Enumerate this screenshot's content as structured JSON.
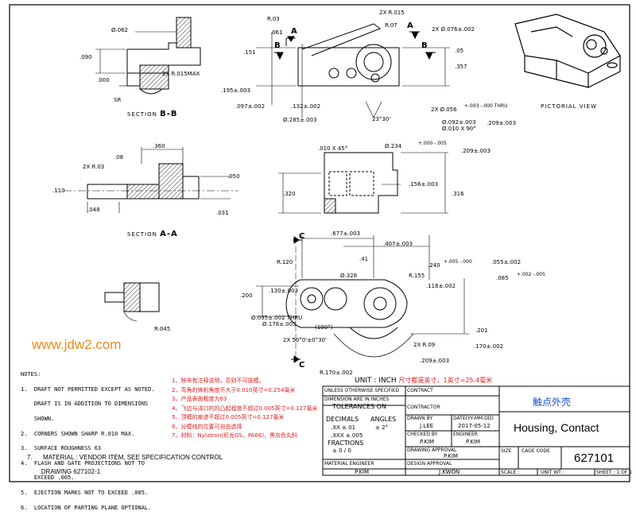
{
  "drawing": {
    "section_bb": "SECTION",
    "section_bb_letter": "B-B",
    "section_aa": "SECTION",
    "section_aa_letter": "A-A",
    "pictorial": "PICTORIAL VIEW",
    "watermark": "www.jdw2.com",
    "dims": {
      "d062": "Ø.062",
      "r03": "R.03",
      "d061": ".061",
      "d090": ".090",
      "d151": ".151",
      "d000": ".000",
      "r015max": "2X R.015MAX",
      "sr": "SR",
      "d195": ".195±.003",
      "d097": ".097±.002",
      "d132": ".132±.002",
      "d285": "Ø.285±.003",
      "r015": "2X R.015",
      "r07": "R.07",
      "d076": "2X Ø.076±.002",
      "d05": ".05",
      "d357": ".357",
      "deg23": "23°30'",
      "d056": "2X Ø.056",
      "d056tol": "+.003 -.000 THRU",
      "d092": "Ø.092±.003",
      "d010": "Ø.010 X 90°",
      "d209a": ".209±.003",
      "d360": ".360",
      "r03b": "2X R.03",
      "d08": ".08",
      "d110": ".110",
      "d048": ".048",
      "d050": ".050",
      "d031": ".031",
      "d010x45": ".010 X 45°",
      "d234": "Ø.234",
      "d234tol": "+.000 -.005",
      "d209b": ".209±.003",
      "d156": ".156±.003",
      "d320": ".320",
      "d316": ".316",
      "d677": ".677±.003",
      "d407": ".407±.003",
      "r120": "R.120",
      "d41": ".41",
      "d328": "Ø.328",
      "d240": ".240",
      "d240tol": "+.005 -.000",
      "r155": "R.155",
      "d116": ".116±.002",
      "d055": ".055±.002",
      "d085": ".085",
      "d085tol": "+.002 -.005",
      "d200": ".200",
      "d130": ".130±.003",
      "d095": "Ø.095±.002 THRU",
      "d178": "Ø.178±.003",
      "deg100": "(100°)",
      "d201": ".201",
      "d170": ".170±.002",
      "deg50": "2X 50°0'±0°30'",
      "r09": "2X R.09",
      "d209c": ".209±.003",
      "r170": "R.170±.002",
      "r045": "R.045",
      "labelA": "A",
      "labelB": "B",
      "labelC": "C"
    }
  },
  "notes": {
    "header": "NOTES:",
    "items": [
      "1.  DRAFT NOT PERMITTED EXCEPT AS NOTED.",
      "    DRAFT IS IN ADDITION TO DIMENSIONS",
      "    SHOWN.",
      "2.  CORNERS SHOWN SHARP R.010 MAX.",
      "3.  SURFACE ROUGHNESS 63",
      "4.  FLASH AND GATE PROJECTIONS NOT TO",
      "    EXCEED .005.",
      "5.  EJECTION MARKS NOT TO EXCEED .005.",
      "6.  LOCATION OF PARTING PLANE OPTIONAL.",
      "7.      MATERIAL : VENDOR ITEM, SEE SPECIFICATION CONTROL",
      "        DRAWING 627102-1"
    ],
    "cn": [
      "1、除非有注释说明，否则不可拔模。",
      "2、弯角的锋利角度不大于0.010英寸=0.254毫米",
      "3、产品表面粗度为63",
      "4、飞边与浇口的的凸起程度不超过0.005英寸=0.127毫米",
      "5、顶模的痕迹不超过0.005英寸=0.127毫米",
      "6、分模线的位置可自由选择",
      "7、材料：Nylatron(尼龙GS，PA66)，黑灰色丸料"
    ]
  },
  "unit_line": {
    "en": "UNIT : INCH",
    "cn": "尺寸都是英寸，1英寸=25.4毫米"
  },
  "title_block": {
    "unless": "UNLESS OTHERWISE SPECIFIED",
    "dims_in": "DIMENSION ARE IN INCHES",
    "tol_on": "TOLERANCES ON",
    "decimals": "DECIMALS",
    "angles": "ANGLES",
    "xx": ".XX  ±.01",
    "xxx": ".XXX ±.005",
    "ang": "± 2°",
    "fractions": "FRACTIONS",
    "frac": "± 0 / 0",
    "contract": "CONTRACT",
    "contractor": "CONTRACTOR",
    "drawn_by_l": "DRAWN BY",
    "drawn_by": "J.LEE",
    "date_l": "DATE(YY-MM-DD)",
    "date": "2017-05-12",
    "checked_l": "CHECKED BY",
    "checked": "P.KIM",
    "engineer_l": "ENGINEER",
    "engineer": "P.KIM",
    "drawing_approval_l": "DRAWING APPROVAL",
    "drawing_approval": "P.KIM",
    "mat_eng_l": "MATERIAL ENGINEER",
    "mat_eng": "P.KIM",
    "design_approval_l": "DESIGN APPROVAL",
    "design_approval": "J.KWON",
    "cn_title": "触点外壳",
    "title": "Housing, Contact",
    "size_l": "SIZE",
    "cage_l": "CAGE CODE",
    "part_no": "627101",
    "scale_l": "SCALE :",
    "unit_wt_l": "UNIT WT :",
    "sheet_l": "SHEET : 1 OF 1"
  }
}
